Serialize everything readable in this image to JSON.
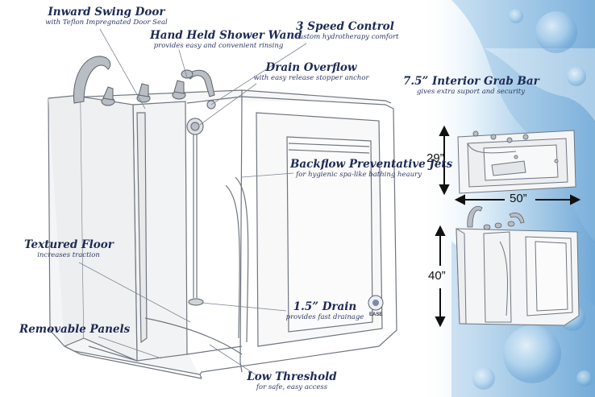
{
  "callouts": {
    "inward_swing_door": {
      "title": "Inward Swing Door",
      "subtitle": "with Teflon Impregnated Door Seal"
    },
    "hand_held_shower_wand": {
      "title": "Hand Held Shower Wand",
      "subtitle": "provides easy and convenient rinsing"
    },
    "three_speed_control": {
      "title": "3 Speed Control",
      "subtitle": "custom hydrotherapy comfort"
    },
    "drain_overflow": {
      "title": "Drain Overflow",
      "subtitle": "with easy release stopper anchor"
    },
    "interior_grab_bar": {
      "title": "7.5” Interior Grab Bar",
      "subtitle": "gives extra suport and security"
    },
    "backflow_jets": {
      "title": "Backflow Preventative Jets",
      "subtitle": "for hygienic spa-like bathing heaury"
    },
    "textured_floor": {
      "title": "Textured Floor",
      "subtitle": "increases traction"
    },
    "drain": {
      "title": "1.5” Drain",
      "subtitle": "provides fast drainage"
    },
    "removable_panels": {
      "title": "Removable Panels",
      "subtitle": ""
    },
    "low_threshold": {
      "title": "Low Threshold",
      "subtitle": "for safe, easy access"
    }
  },
  "dimensions": {
    "depth": "29”",
    "width": "50”",
    "height": "40”"
  },
  "logo_text": "EASE"
}
